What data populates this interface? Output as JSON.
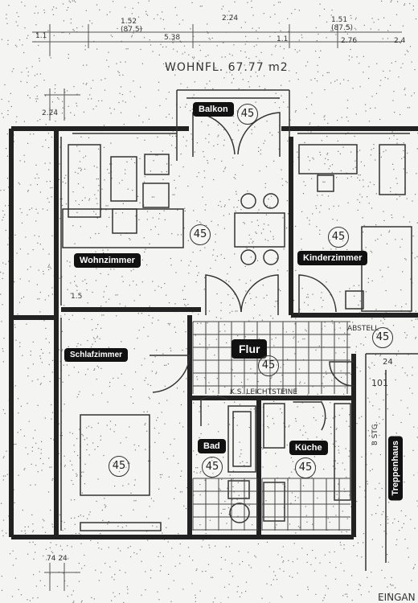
{
  "header": {
    "area_label": "WOHNFL. 67.77 m2",
    "dims_top": [
      "1.52",
      "(87.5)",
      "2.24",
      "1.51",
      "(87.5)",
      "2.76",
      "5.38",
      "1.1",
      "2.4"
    ],
    "dims_left": [
      "2.24",
      "1.1",
      "1.5"
    ],
    "dims_bottom": [
      "74 24",
      "24"
    ]
  },
  "rooms": {
    "balkon": {
      "label": "Balkon",
      "num": "45"
    },
    "wohnzimmer": {
      "label": "Wohnzimmer",
      "num": "45"
    },
    "kinderzimmer": {
      "label": "Kinderzimmer",
      "num": "45"
    },
    "schlafzimmer": {
      "label": "Schlafzimmer",
      "num": "45"
    },
    "flur": {
      "label": "Flur",
      "num": "45"
    },
    "bad": {
      "label": "Bad",
      "num": "45"
    },
    "kueche": {
      "label": "Küche",
      "num": "45"
    },
    "abstell": {
      "label": "ABSTELL",
      "num": "45"
    },
    "treppenhaus": {
      "label": "Treppenhaus"
    }
  },
  "notes": {
    "floor_note": "K.S. LEICHTSTEINE",
    "stair_count": "8 STG.",
    "stair_num": "101",
    "entrance": "EINGAN"
  }
}
